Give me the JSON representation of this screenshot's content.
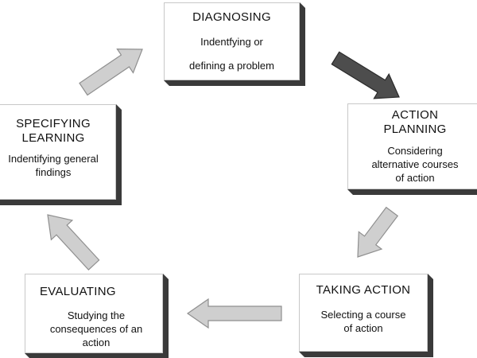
{
  "colors": {
    "box_fill": "#ffffff",
    "box_shadow": "#3a3a3a",
    "arrow_light_fill": "#cfcfcf",
    "arrow_light_stroke": "#8f8f8f",
    "arrow_dark_fill": "#4d4d4d",
    "arrow_dark_stroke": "#2a2a2a"
  },
  "stages": {
    "diagnosing": {
      "title": "DIAGNOSING",
      "desc_lines": [
        "Indentfying or",
        "defining a problem"
      ]
    },
    "action_planning": {
      "title_lines": [
        "ACTION",
        "PLANNING"
      ],
      "desc_lines": [
        "Considering",
        "alternative courses",
        "of action"
      ]
    },
    "taking_action": {
      "title": "TAKING ACTION",
      "desc_lines": [
        "Selecting a course",
        "of action"
      ]
    },
    "evaluating": {
      "title": "EVALUATING",
      "desc_lines": [
        "Studying the",
        "consequences of an",
        "action"
      ]
    },
    "specifying_learning": {
      "title_lines": [
        "SPECIFYING",
        "LEARNING"
      ],
      "desc_lines": [
        "Indentifying general",
        "findings"
      ]
    }
  },
  "arrows": [
    {
      "from": "diagnosing",
      "to": "action_planning",
      "style": "dark"
    },
    {
      "from": "action_planning",
      "to": "taking_action",
      "style": "light"
    },
    {
      "from": "taking_action",
      "to": "evaluating",
      "style": "light"
    },
    {
      "from": "evaluating",
      "to": "specifying_learning",
      "style": "light"
    },
    {
      "from": "specifying_learning",
      "to": "diagnosing",
      "style": "light"
    }
  ]
}
